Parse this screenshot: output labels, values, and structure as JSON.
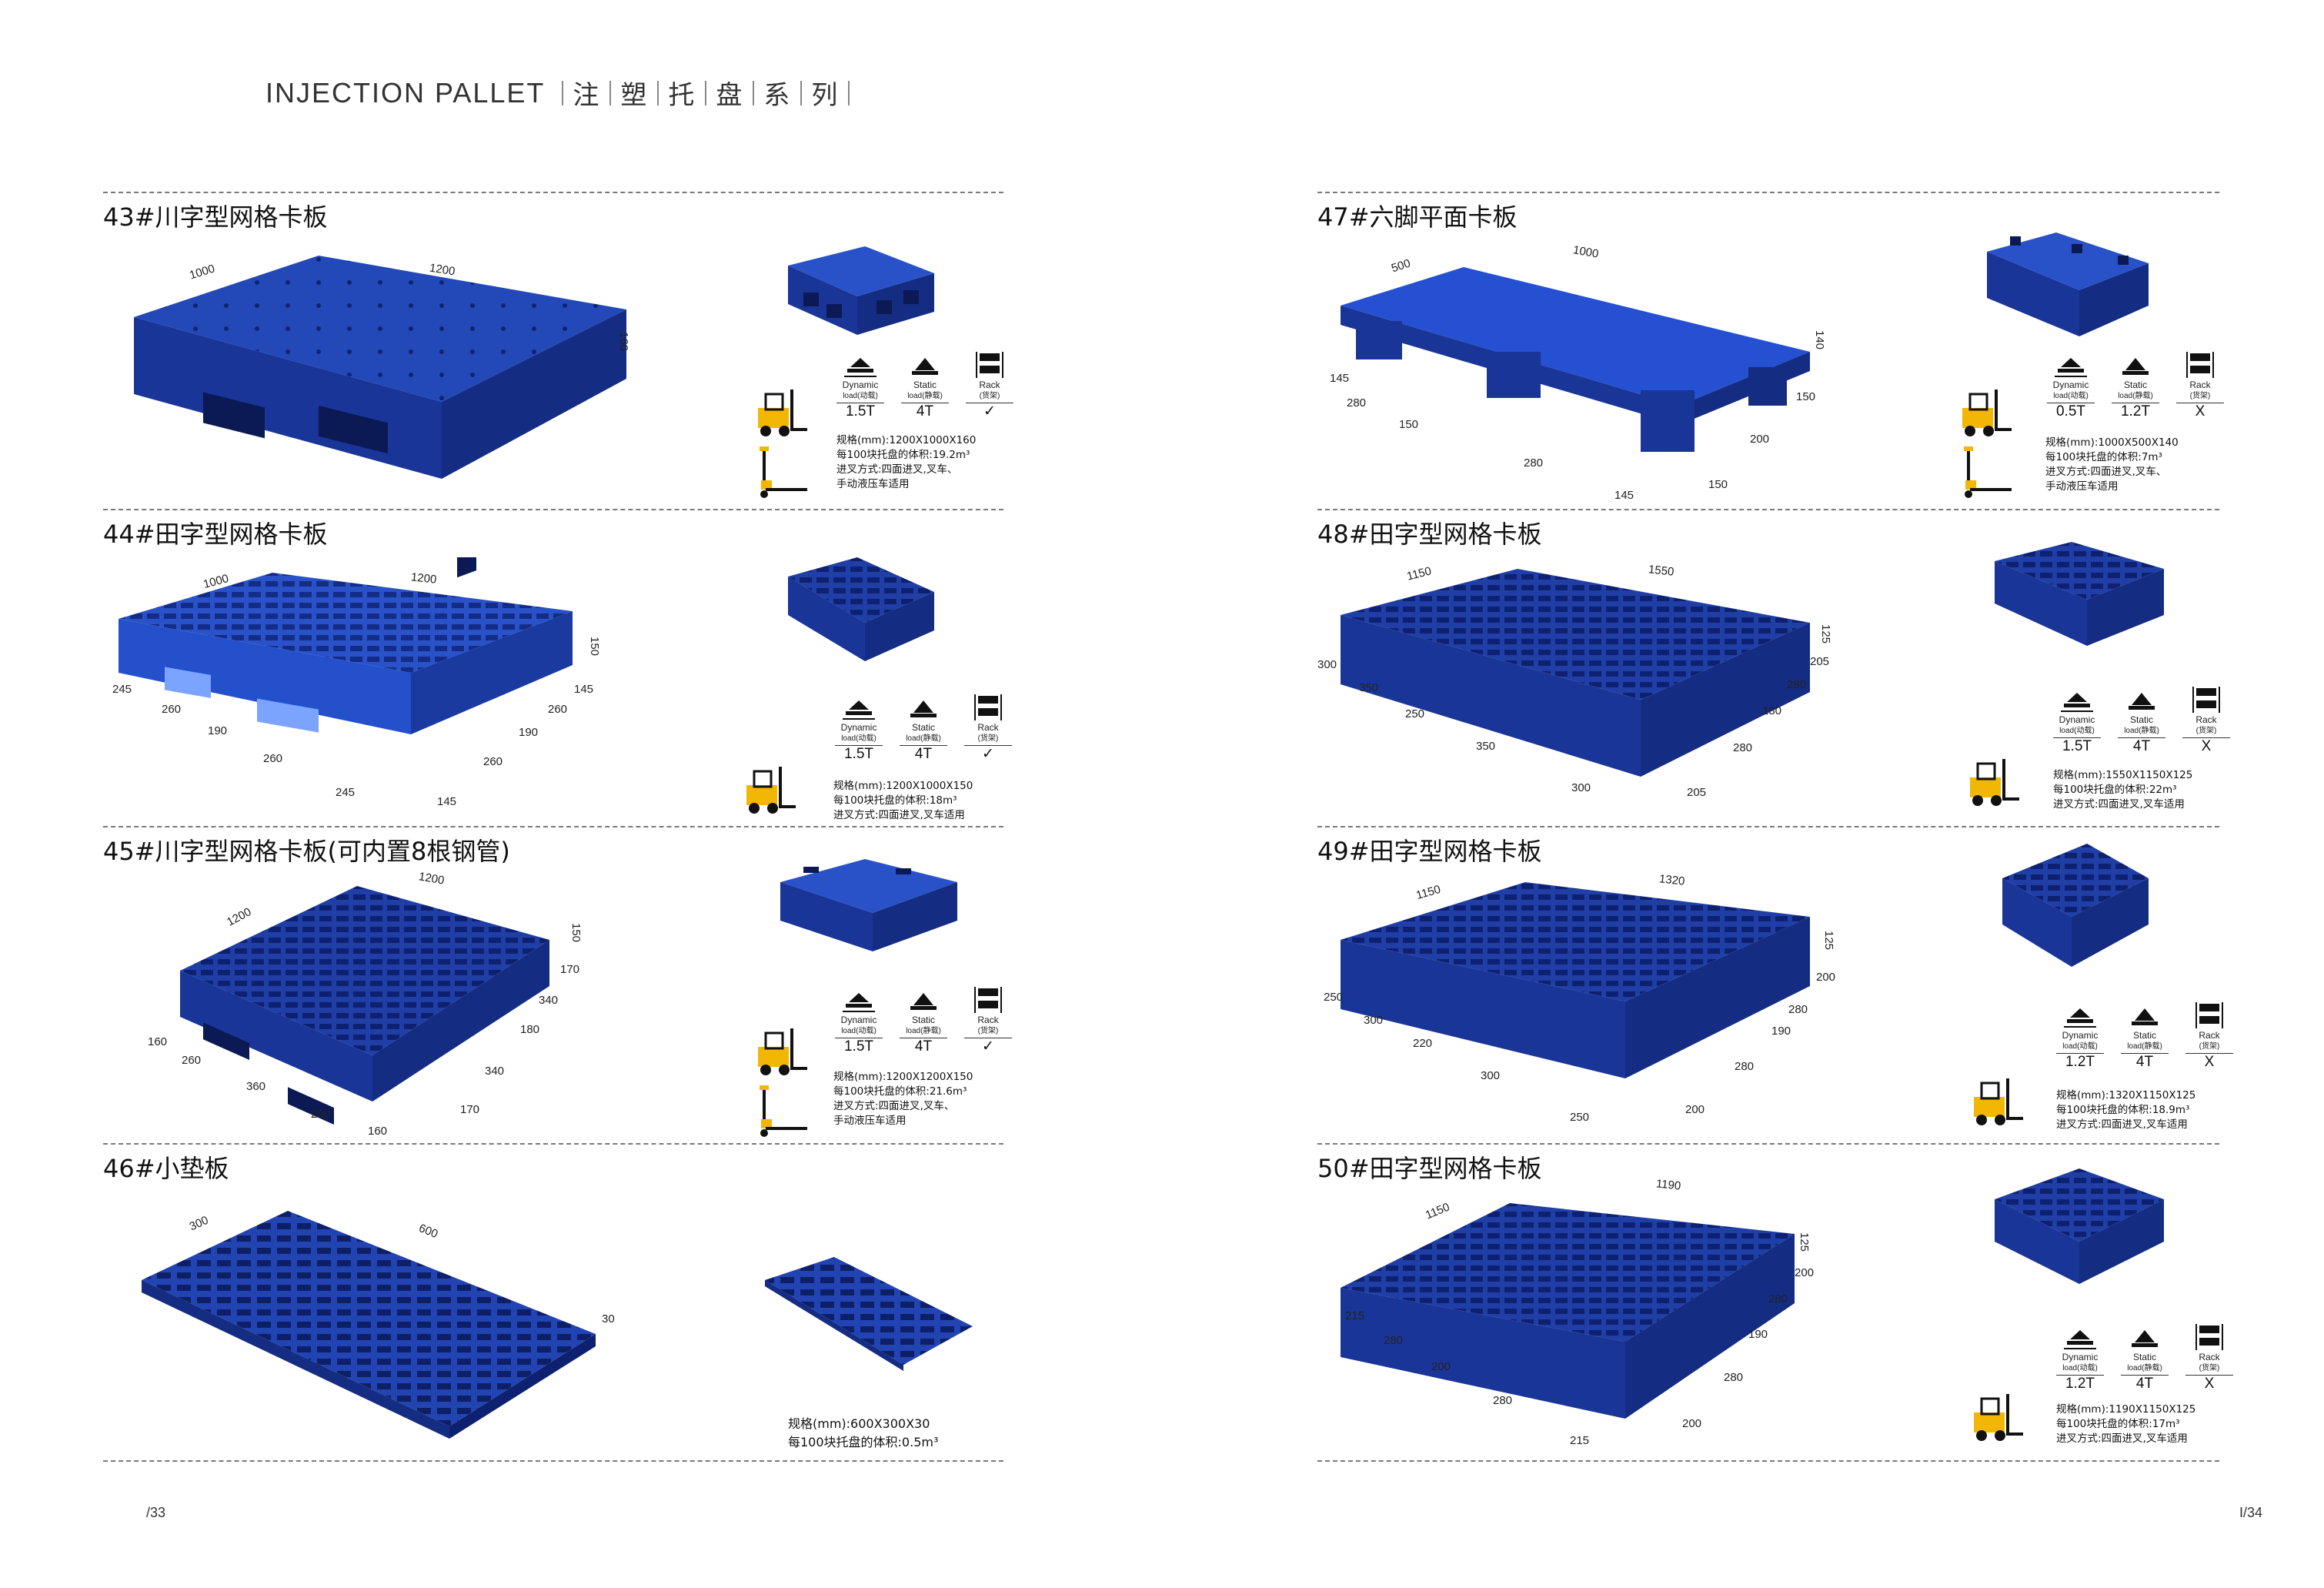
{
  "header": {
    "en": "INJECTION PALLET",
    "zh": [
      "注",
      "塑",
      "托",
      "盘",
      "系",
      "列"
    ]
  },
  "icon_labels": {
    "dynamic": "Dynamic",
    "dynamic_sub": "load(动载)",
    "static": "Static",
    "static_sub": "load(静载)",
    "rack": "Rack",
    "rack_sub": "(货架)"
  },
  "colors": {
    "pallet_blue": "#1f3fa6",
    "pallet_dark": "#12287a",
    "pallet_light": "#3d63d8",
    "forklift_yellow": "#f2b705"
  },
  "products": [
    {
      "id": "p43",
      "title": "43#川字型网格卡板",
      "dims": [
        "1000",
        "1200",
        "160"
      ],
      "dynamic": "1.5T",
      "static": "4T",
      "rack": "✓",
      "spec": "规格(mm):1200X1000X160",
      "volume": "每100块托盘的体积:19.2m³",
      "entry1": "进叉方式:四面进叉,叉车、",
      "entry2": "手动液压车适用"
    },
    {
      "id": "p44",
      "title": "44#田字型网格卡板",
      "dims": [
        "1000",
        "1200",
        "150",
        "245",
        "260",
        "190",
        "260",
        "245",
        "145",
        "260",
        "190",
        "260",
        "145"
      ],
      "dynamic": "1.5T",
      "static": "4T",
      "rack": "✓",
      "spec": "规格(mm):1200X1000X150",
      "volume": "每100块托盘的体积:18m³",
      "entry1": "进叉方式:四面进叉,叉车适用",
      "entry2": ""
    },
    {
      "id": "p45",
      "title": "45#川字型网格卡板(可内置8根钢管)",
      "dims": [
        "1200",
        "1200",
        "150",
        "170",
        "340",
        "180",
        "340",
        "170",
        "160",
        "260",
        "360",
        "260",
        "160"
      ],
      "dynamic": "1.5T",
      "static": "4T",
      "rack": "✓",
      "spec": "规格(mm):1200X1200X150",
      "volume": "每100块托盘的体积:21.6m³",
      "entry1": "进叉方式:四面进叉,叉车、",
      "entry2": "手动液压车适用"
    },
    {
      "id": "p46",
      "title": "46#小垫板",
      "dims": [
        "300",
        "600",
        "30"
      ],
      "spec": "规格(mm):600X300X30",
      "volume": "每100块托盘的体积:0.5m³"
    },
    {
      "id": "p47",
      "title": "47#六脚平面卡板",
      "dims": [
        "500",
        "1000",
        "140",
        "145",
        "280",
        "150",
        "280",
        "145",
        "150",
        "200",
        "150"
      ],
      "dynamic": "0.5T",
      "static": "1.2T",
      "rack": "X",
      "spec": "规格(mm):1000X500X140",
      "volume": "每100块托盘的体积:7m³",
      "entry1": "进叉方式:四面进叉,叉车、",
      "entry2": "手动液压车适用"
    },
    {
      "id": "p48",
      "title": "48#田字型网格卡板",
      "dims": [
        "1150",
        "1550",
        "125",
        "300",
        "350",
        "250",
        "350",
        "300",
        "205",
        "280",
        "180",
        "280",
        "205"
      ],
      "dynamic": "1.5T",
      "static": "4T",
      "rack": "X",
      "spec": "规格(mm):1550X1150X125",
      "volume": "每100块托盘的体积:22m³",
      "entry1": "进叉方式:四面进叉,叉车适用",
      "entry2": ""
    },
    {
      "id": "p49",
      "title": "49#田字型网格卡板",
      "dims": [
        "1150",
        "1320",
        "125",
        "250",
        "300",
        "220",
        "300",
        "250",
        "200",
        "280",
        "190",
        "280",
        "200"
      ],
      "dynamic": "1.2T",
      "static": "4T",
      "rack": "X",
      "spec": "规格(mm):1320X1150X125",
      "volume": "每100块托盘的体积:18.9m³",
      "entry1": "进叉方式:四面进叉,叉车适用",
      "entry2": ""
    },
    {
      "id": "p50",
      "title": "50#田字型网格卡板",
      "dims": [
        "1150",
        "1190",
        "125",
        "215",
        "280",
        "200",
        "280",
        "215",
        "200",
        "280",
        "190",
        "280",
        "200"
      ],
      "dynamic": "1.2T",
      "static": "4T",
      "rack": "X",
      "spec": "规格(mm):1190X1150X125",
      "volume": "每100块托盘的体积:17m³",
      "entry1": "进叉方式:四面进叉,叉车适用",
      "entry2": ""
    }
  ],
  "pages": {
    "left": "/33",
    "right": "I/34"
  }
}
